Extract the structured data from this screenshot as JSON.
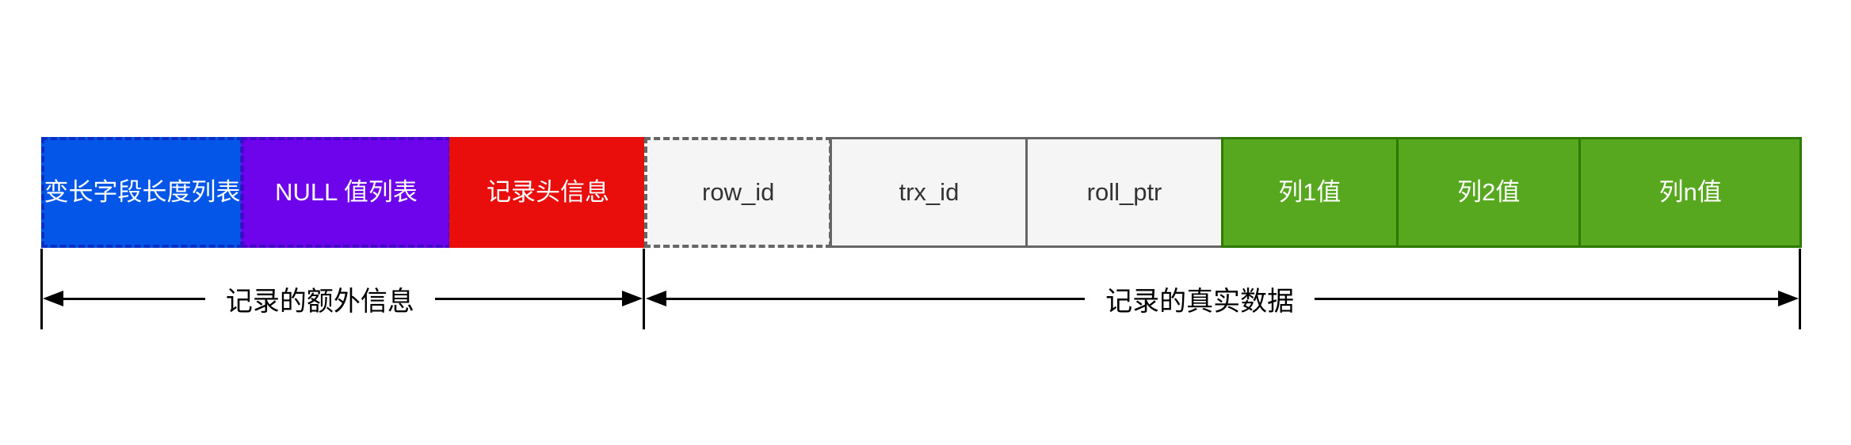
{
  "diagram": {
    "background_color": "#ffffff",
    "line_color": "#000000"
  },
  "boxes": [
    {
      "name": "varlen-field-length-list-box",
      "label": "变长字段长度列表",
      "fill": "#0356e8",
      "border": "#0a2fc4",
      "border_style": "dashed",
      "text_color": "#ffffff"
    },
    {
      "name": "null-values-list-box",
      "label": "NULL 值列表",
      "fill": "#6e04eb",
      "border": "#4209c6",
      "border_style": "dashed",
      "text_color": "#ffffff"
    },
    {
      "name": "record-header-box",
      "label": "记录头信息",
      "fill": "#e90d0c",
      "border": "#e90d0c",
      "border_style": "solid",
      "text_color": "#ffffff"
    },
    {
      "name": "row-id-box",
      "label": "row_id",
      "fill": "#f5f5f5",
      "border": "#666666",
      "border_style": "dashed",
      "text_color": "#333333"
    },
    {
      "name": "trx-id-box",
      "label": "trx_id",
      "fill": "#f5f5f5",
      "border": "#666666",
      "border_style": "solid",
      "text_color": "#333333"
    },
    {
      "name": "roll-ptr-box",
      "label": "roll_ptr",
      "fill": "#f5f5f5",
      "border": "#666666",
      "border_style": "solid",
      "text_color": "#333333"
    },
    {
      "name": "col1-value-box",
      "label": "列1值",
      "fill": "#58a81f",
      "border": "#2e7a00",
      "border_style": "solid",
      "text_color": "#ffffff"
    },
    {
      "name": "col2-value-box",
      "label": "列2值",
      "fill": "#58a81f",
      "border": "#2e7a00",
      "border_style": "solid",
      "text_color": "#ffffff"
    },
    {
      "name": "coln-value-box",
      "label": "列n值",
      "fill": "#58a81f",
      "border": "#2e7a00",
      "border_style": "solid",
      "text_color": "#ffffff"
    }
  ],
  "annotations": [
    {
      "label": "记录的额外信息"
    },
    {
      "label": "记录的真实数据"
    }
  ]
}
